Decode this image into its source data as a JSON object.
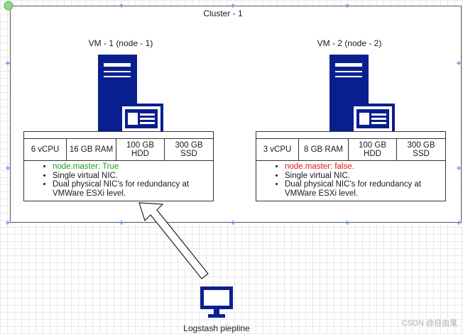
{
  "cluster": {
    "title": "Cluster - 1"
  },
  "vms": [
    {
      "title": "VM - 1  (node - 1)",
      "specs": [
        "6 vCPU",
        "16 GB RAM",
        "100 GB HDD",
        "300 GB SSD"
      ],
      "master_text": "node.master: True",
      "master_color": "#1e9c1e",
      "bullets": [
        "Single virtual NIC.",
        "Dual physical NIC's for redundancy at VMWare ESXi level."
      ]
    },
    {
      "title": "VM - 2  (node - 2)",
      "specs": [
        "3 vCPU",
        "8 GB RAM",
        "100 GB HDD",
        "300 GB SSD"
      ],
      "master_text": "node.master: false.",
      "master_color": "#e01919",
      "bullets": [
        "Single virtual NIC.",
        "Dual physical NIC's for redundancy at VMWare ESXi level."
      ]
    }
  ],
  "logstash": {
    "label": "Logstash piepline"
  },
  "watermark": "CSDN @自由鬼",
  "icons": {
    "server": "server-icon",
    "monitor": "monitor-icon",
    "arrow": "arrow-icon"
  },
  "colors": {
    "server": "#0a1f8f",
    "accent": "#8fd48f"
  }
}
